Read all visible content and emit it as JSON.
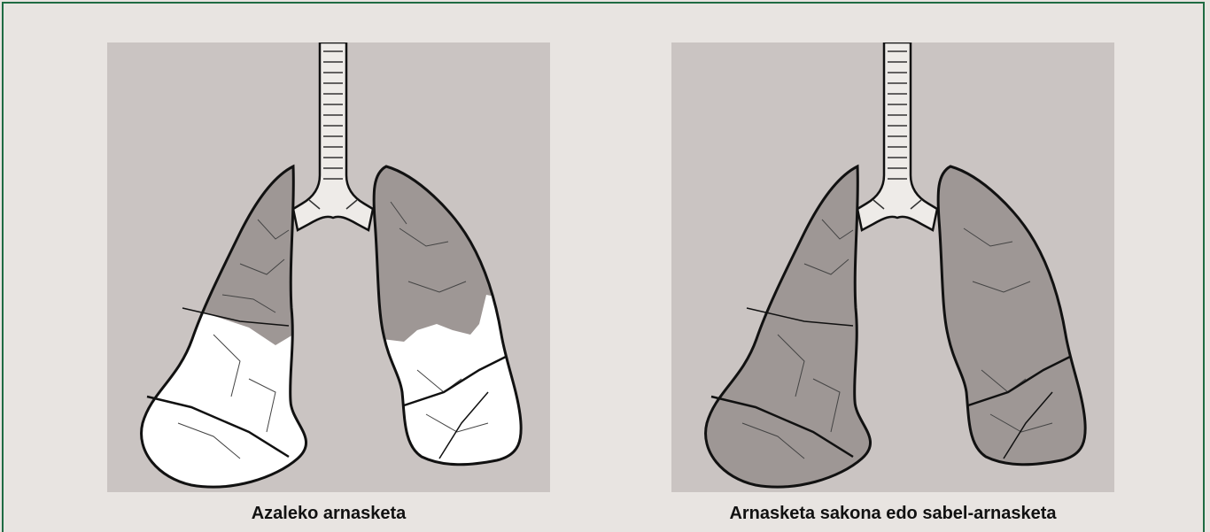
{
  "diagram": {
    "panels": [
      {
        "id": "shallow",
        "caption": "Azaleko arnasketa"
      },
      {
        "id": "deep",
        "caption": "Arnasketa sakona edo sabel-arnasketa"
      }
    ]
  },
  "colors": {
    "border": "#1f6b43",
    "page_background": "#e8e4e1",
    "panel_background": "#cac4c2",
    "lung_filled": "#9e9795",
    "lung_empty": "#ffffff",
    "trachea": "#eeebe8",
    "outline": "#111111"
  }
}
